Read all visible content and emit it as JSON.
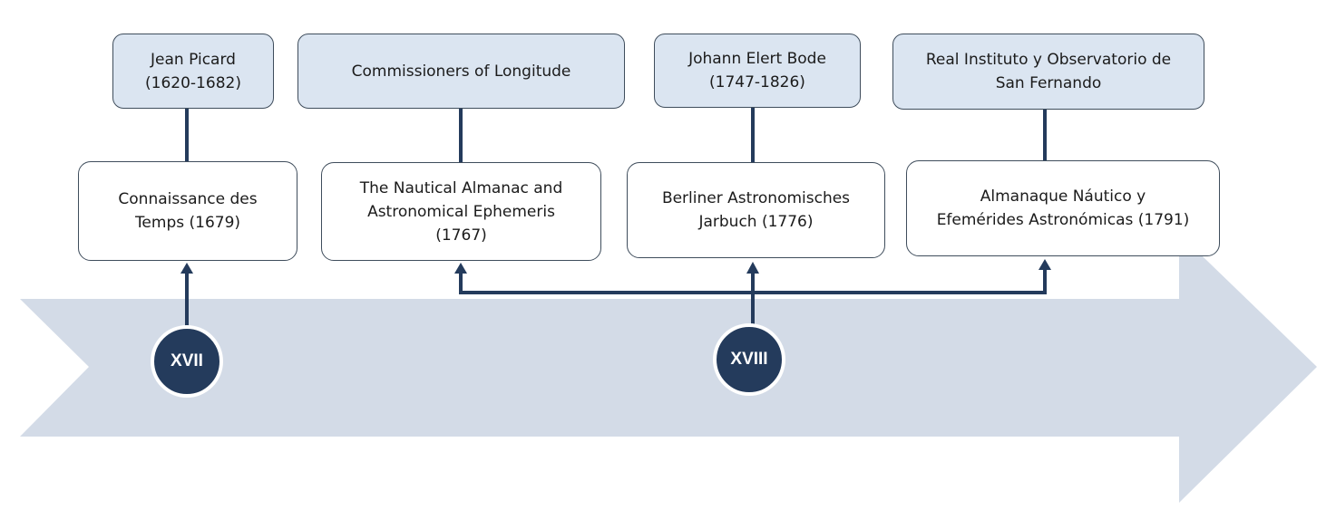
{
  "colors": {
    "arrow": "#d3dbe7",
    "connector": "#243b5c",
    "person_fill": "#dbe5f1",
    "circle": "#243b5c"
  },
  "persons": [
    {
      "text": "Jean Picard\n(1620-1682)"
    },
    {
      "text": "Commissioners of Longitude"
    },
    {
      "text": "Johann Elert Bode\n(1747-1826)"
    },
    {
      "text": "Real Instituto y Observatorio de\nSan Fernando"
    }
  ],
  "publications": [
    {
      "text": "Connaissance des\nTemps (1679)"
    },
    {
      "text": "The Nautical Almanac and\nAstronomical Ephemeris\n(1767)"
    },
    {
      "text": "Berliner Astronomisches\nJarbuch (1776)"
    },
    {
      "text": "Almanaque Náutico y\nEfemérides Astronómicas (1791)"
    }
  ],
  "eras": [
    {
      "label": "XVII"
    },
    {
      "label": "XVIII"
    }
  ]
}
